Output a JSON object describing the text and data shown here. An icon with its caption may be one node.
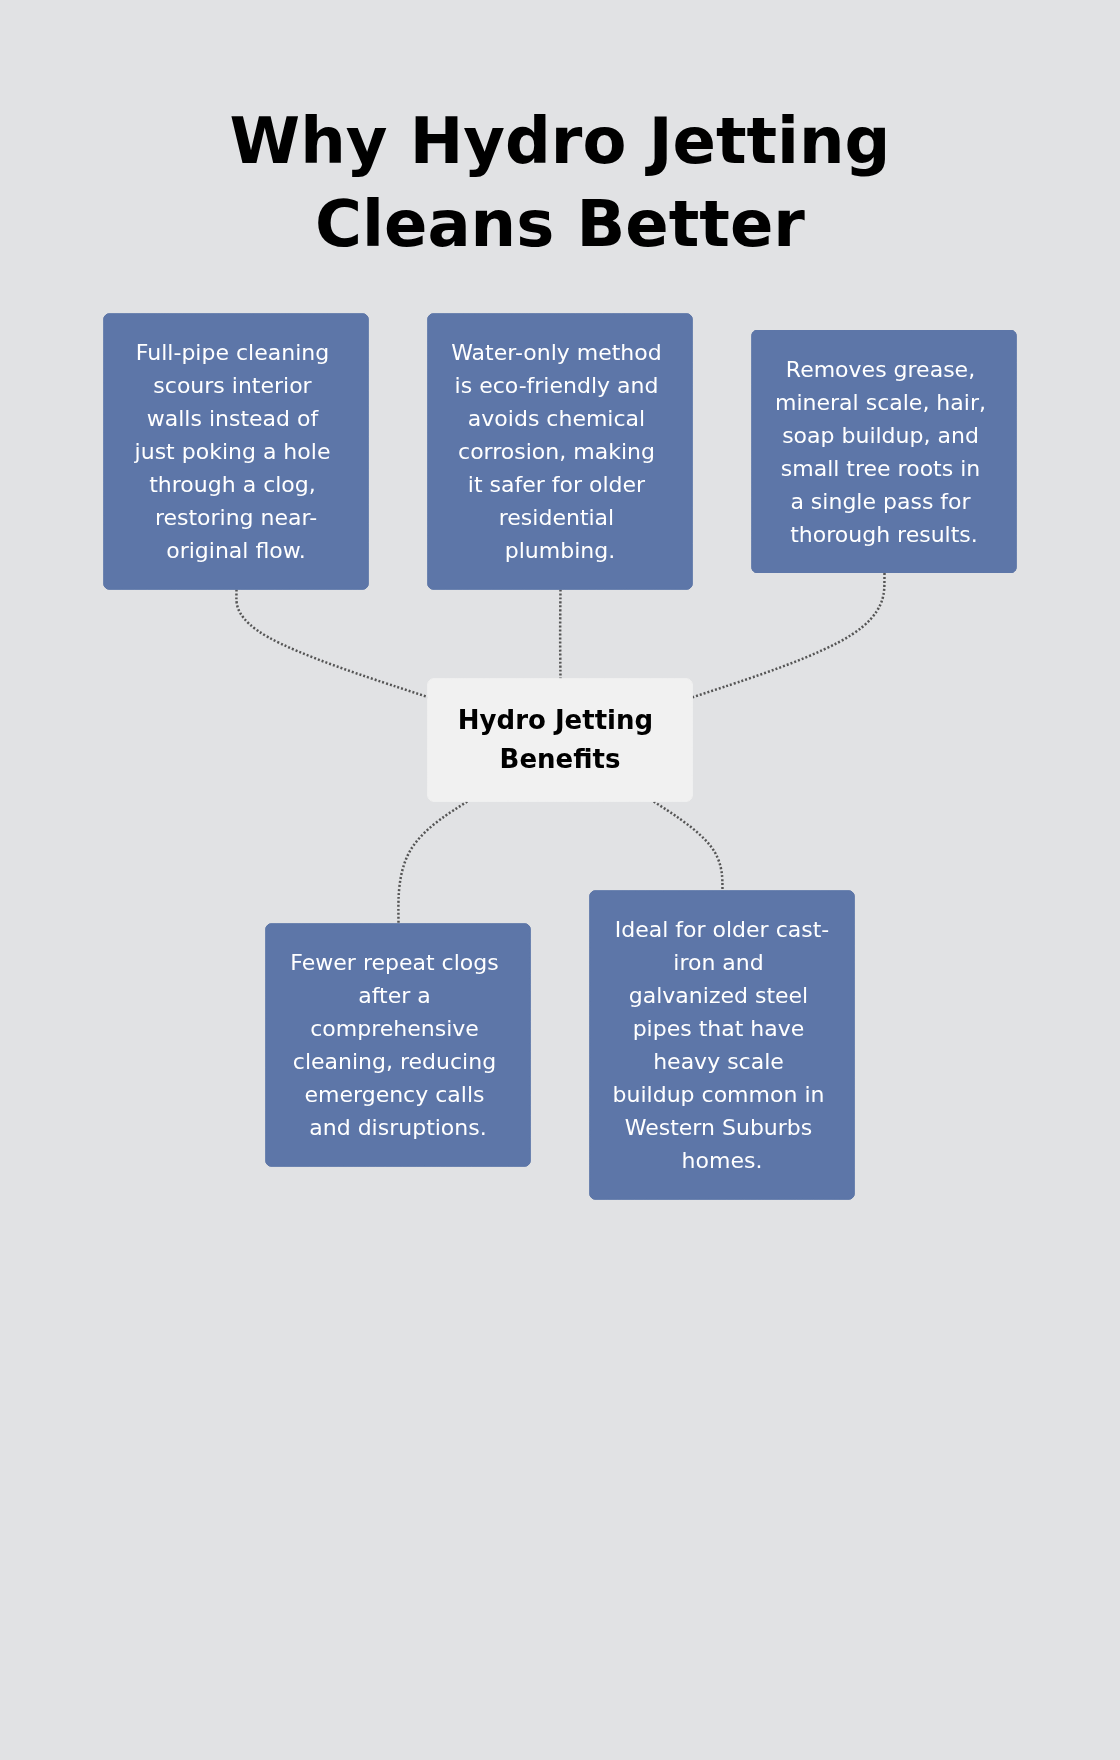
{
  "diagram": {
    "title": "Why Hydro Jetting Cleans Better",
    "nodes": [
      {
        "text": [
          "Full-pipe cleaning scours interior walls instead of just poking a hole through a clog, restoring near-original flow."
        ]
      },
      {
        "text": [
          "Water-only method is eco-friendly and avoids chemical corrosion, making it safer for older residential plumbing."
        ]
      },
      {
        "text": [
          "Removes grease, mineral scale, hair, soap buildup, and small tree roots in a single pass for thorough results."
        ]
      },
      {
        "text": [
          "Hydro Jetting Benefits"
        ]
      },
      {
        "text": [
          "Fewer repeat clogs after a comprehensive cleaning, reducing emergency calls and disruptions."
        ]
      },
      {
        "text": [
          "Ideal for older cast-iron and galvanized steel pipes that have heavy scale buildup common in Western Suburbs homes."
        ]
      }
    ],
    "edges": [
      {
        "from": 0,
        "to": 3,
        "arrow": "none",
        "style": "dashed"
      },
      {
        "from": 1,
        "to": 3,
        "arrow": "none",
        "style": "dashed"
      },
      {
        "from": 2,
        "to": 3,
        "arrow": "none",
        "style": "dashed"
      },
      {
        "from": 3,
        "to": 4,
        "arrow": "none",
        "style": "dashed"
      },
      {
        "from": 3,
        "to": 5,
        "arrow": "none",
        "style": "dashed"
      }
    ]
  }
}
